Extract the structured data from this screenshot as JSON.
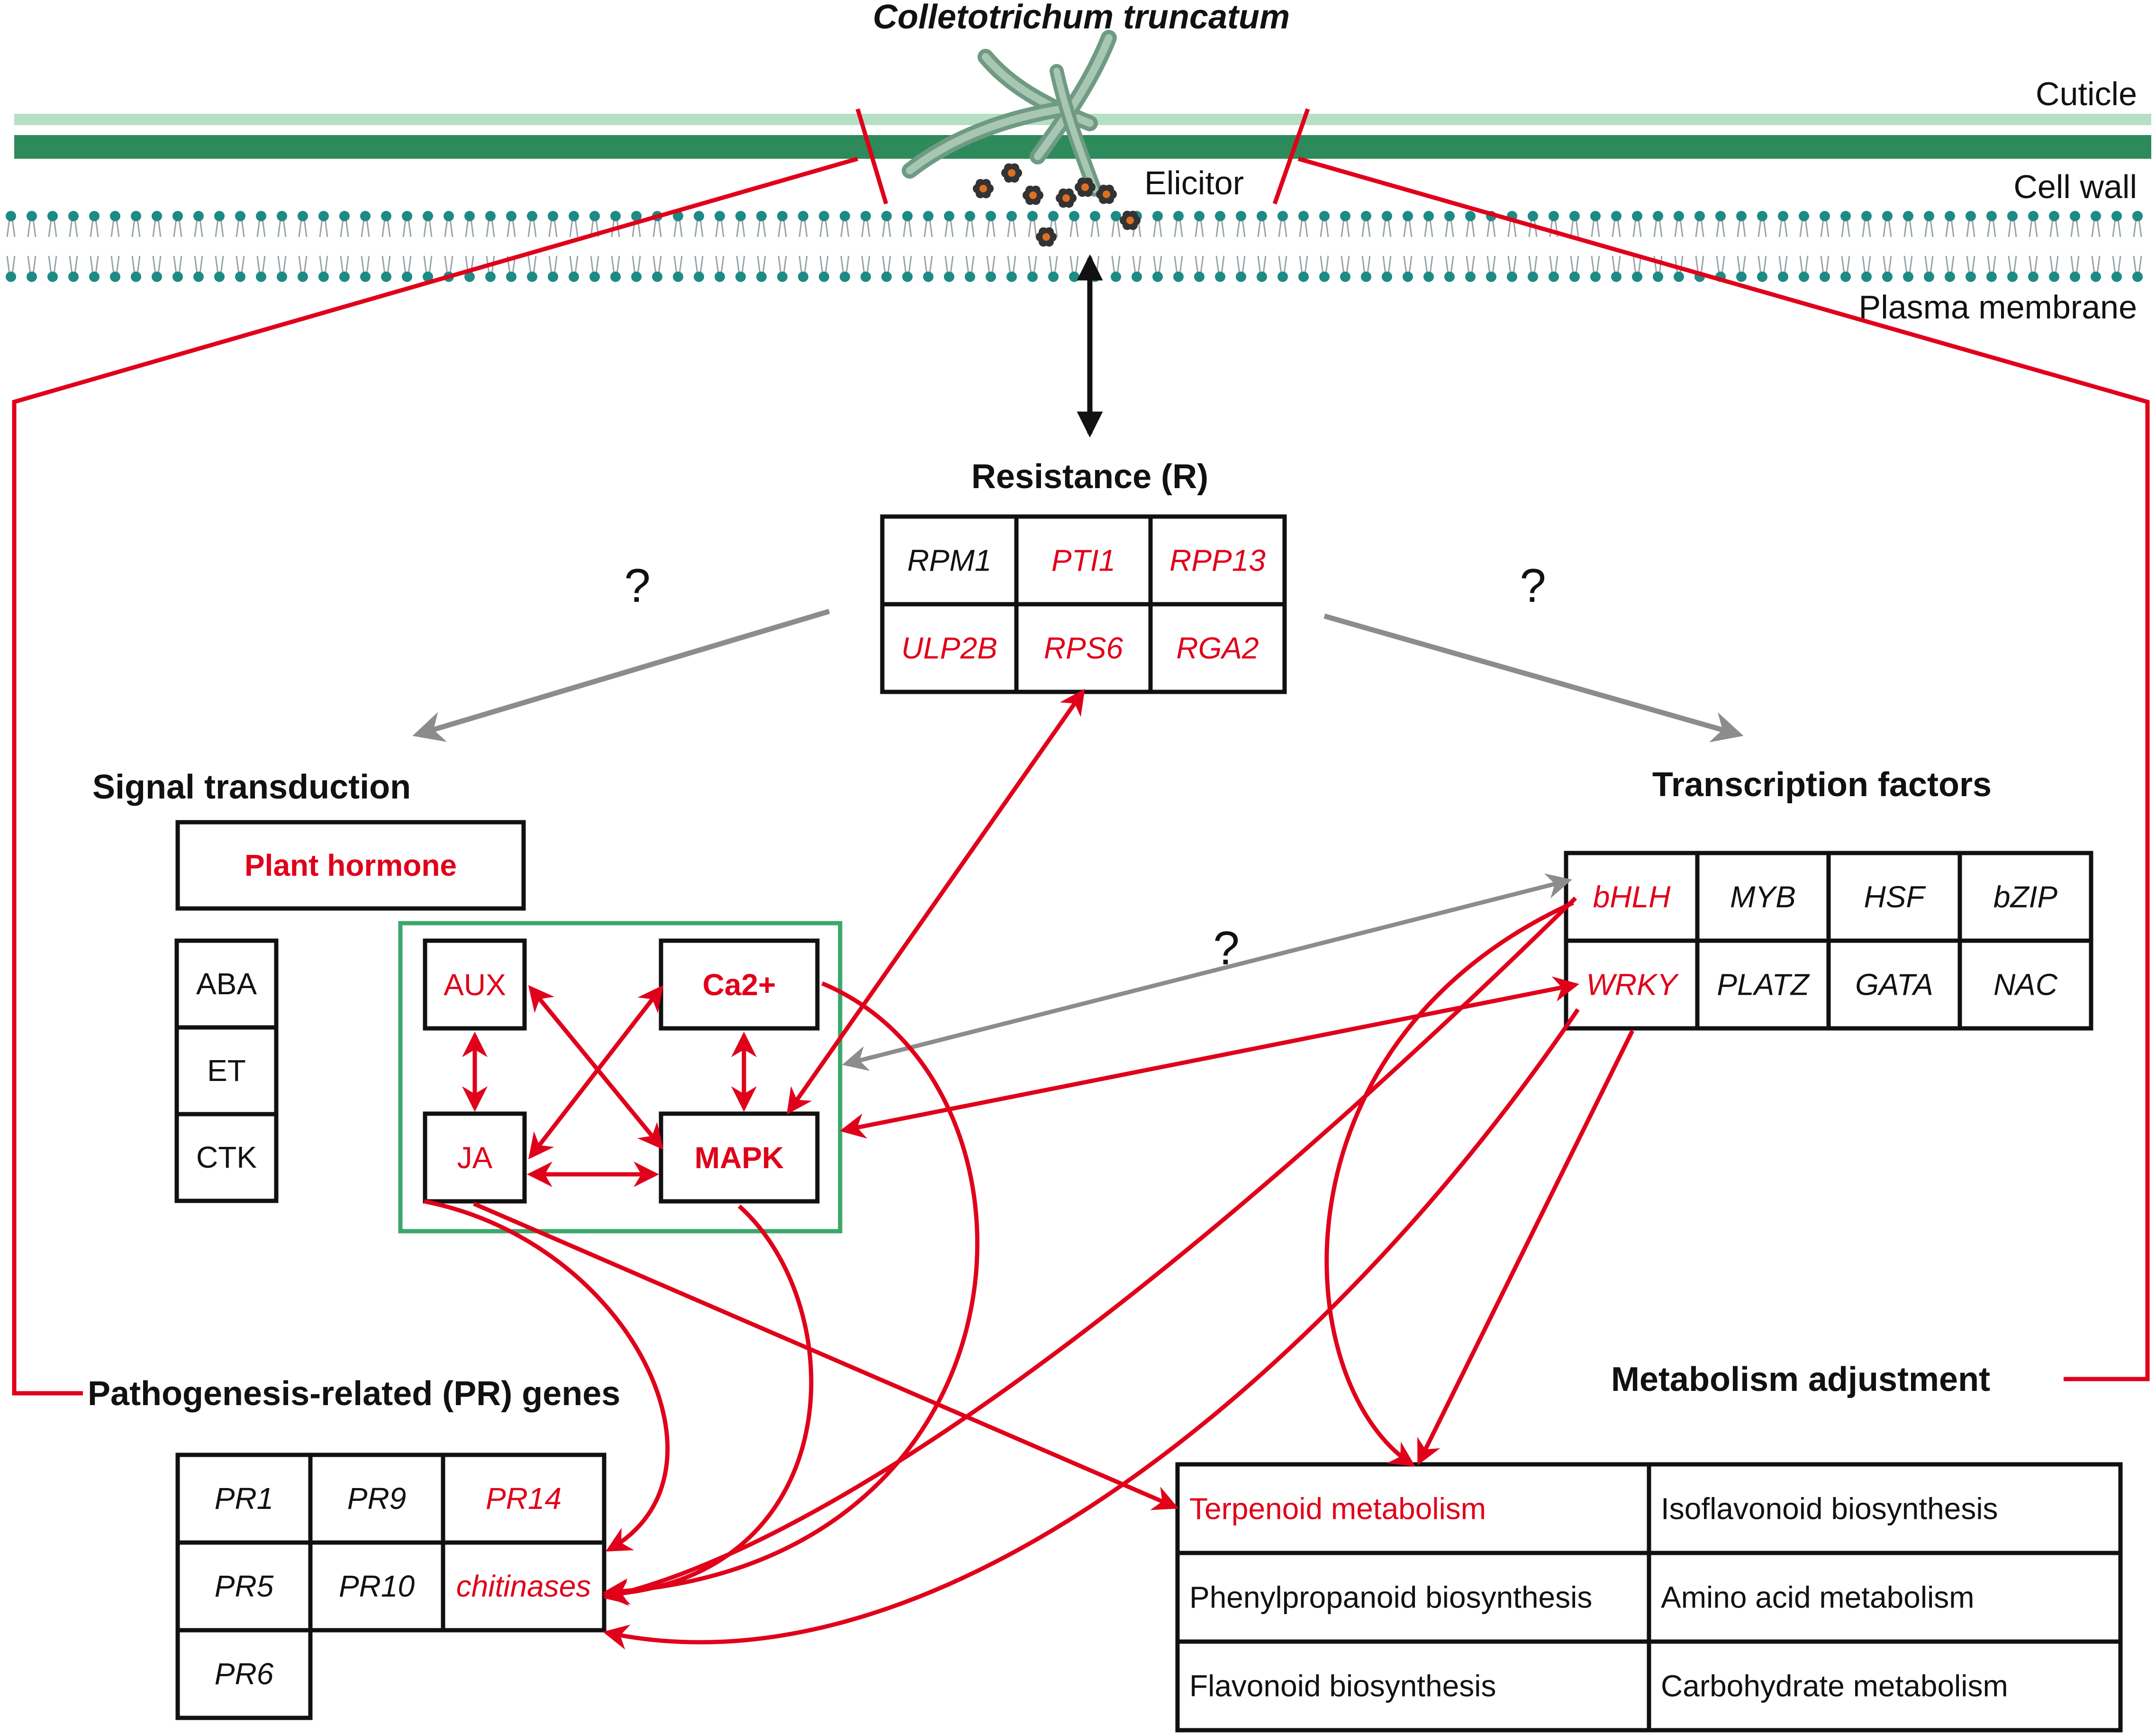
{
  "colors": {
    "red": "#e0001a",
    "gray": "#8c8c8c",
    "black": "#111111",
    "green_box": "#3aa86b",
    "cuticle": "#b5e0c5",
    "cell_wall": "#2d8a5a",
    "membrane_head": "#1d8a86"
  },
  "header": {
    "pathogen": "Colletotrichum truncatum",
    "cuticle": "Cuticle",
    "cell_wall": "Cell wall",
    "plasma_membrane": "Plasma membrane",
    "elicitor": "Elicitor"
  },
  "resistance": {
    "title": "Resistance (R)",
    "rows": [
      [
        {
          "text": "RPM1",
          "color": "black"
        },
        {
          "text": "PTI1",
          "color": "red"
        },
        {
          "text": "RPP13",
          "color": "red"
        }
      ],
      [
        {
          "text": "ULP2B",
          "color": "red"
        },
        {
          "text": "RPS6",
          "color": "red"
        },
        {
          "text": "RGA2",
          "color": "red"
        }
      ]
    ]
  },
  "question_marks": [
    "?",
    "?",
    "?"
  ],
  "signal": {
    "title": "Signal transduction",
    "plant_hormone": "Plant hormone",
    "hormones": [
      "ABA",
      "ET",
      "CTK"
    ],
    "aux": "AUX",
    "ca": "Ca2+",
    "ja": "JA",
    "mapk": "MAPK"
  },
  "tf": {
    "title": "Transcription factors",
    "rows": [
      [
        {
          "text": "bHLH",
          "color": "red"
        },
        {
          "text": "MYB",
          "color": "black"
        },
        {
          "text": "HSF",
          "color": "black"
        },
        {
          "text": "bZIP",
          "color": "black"
        }
      ],
      [
        {
          "text": "WRKY",
          "color": "red"
        },
        {
          "text": "PLATZ",
          "color": "black"
        },
        {
          "text": "GATA",
          "color": "black"
        },
        {
          "text": "NAC",
          "color": "black"
        }
      ]
    ]
  },
  "pr": {
    "title": "Pathogenesis-related (PR) genes",
    "cells": [
      {
        "text": "PR1",
        "color": "black"
      },
      {
        "text": "PR9",
        "color": "black"
      },
      {
        "text": "PR14",
        "color": "red"
      },
      {
        "text": "PR5",
        "color": "black"
      },
      {
        "text": "PR10",
        "color": "black"
      },
      {
        "text": "chitinases",
        "color": "red"
      },
      {
        "text": "PR6",
        "color": "black"
      }
    ]
  },
  "metabolism": {
    "title": "Metabolism adjustment",
    "rows": [
      [
        {
          "text": "Terpenoid metabolism",
          "color": "red"
        },
        {
          "text": "Isoflavonoid biosynthesis",
          "color": "black"
        }
      ],
      [
        {
          "text": "Phenylpropanoid biosynthesis",
          "color": "black"
        },
        {
          "text": "Amino acid metabolism",
          "color": "black"
        }
      ],
      [
        {
          "text": "Flavonoid biosynthesis",
          "color": "black"
        },
        {
          "text": "Carbohydrate metabolism",
          "color": "black"
        }
      ]
    ]
  }
}
